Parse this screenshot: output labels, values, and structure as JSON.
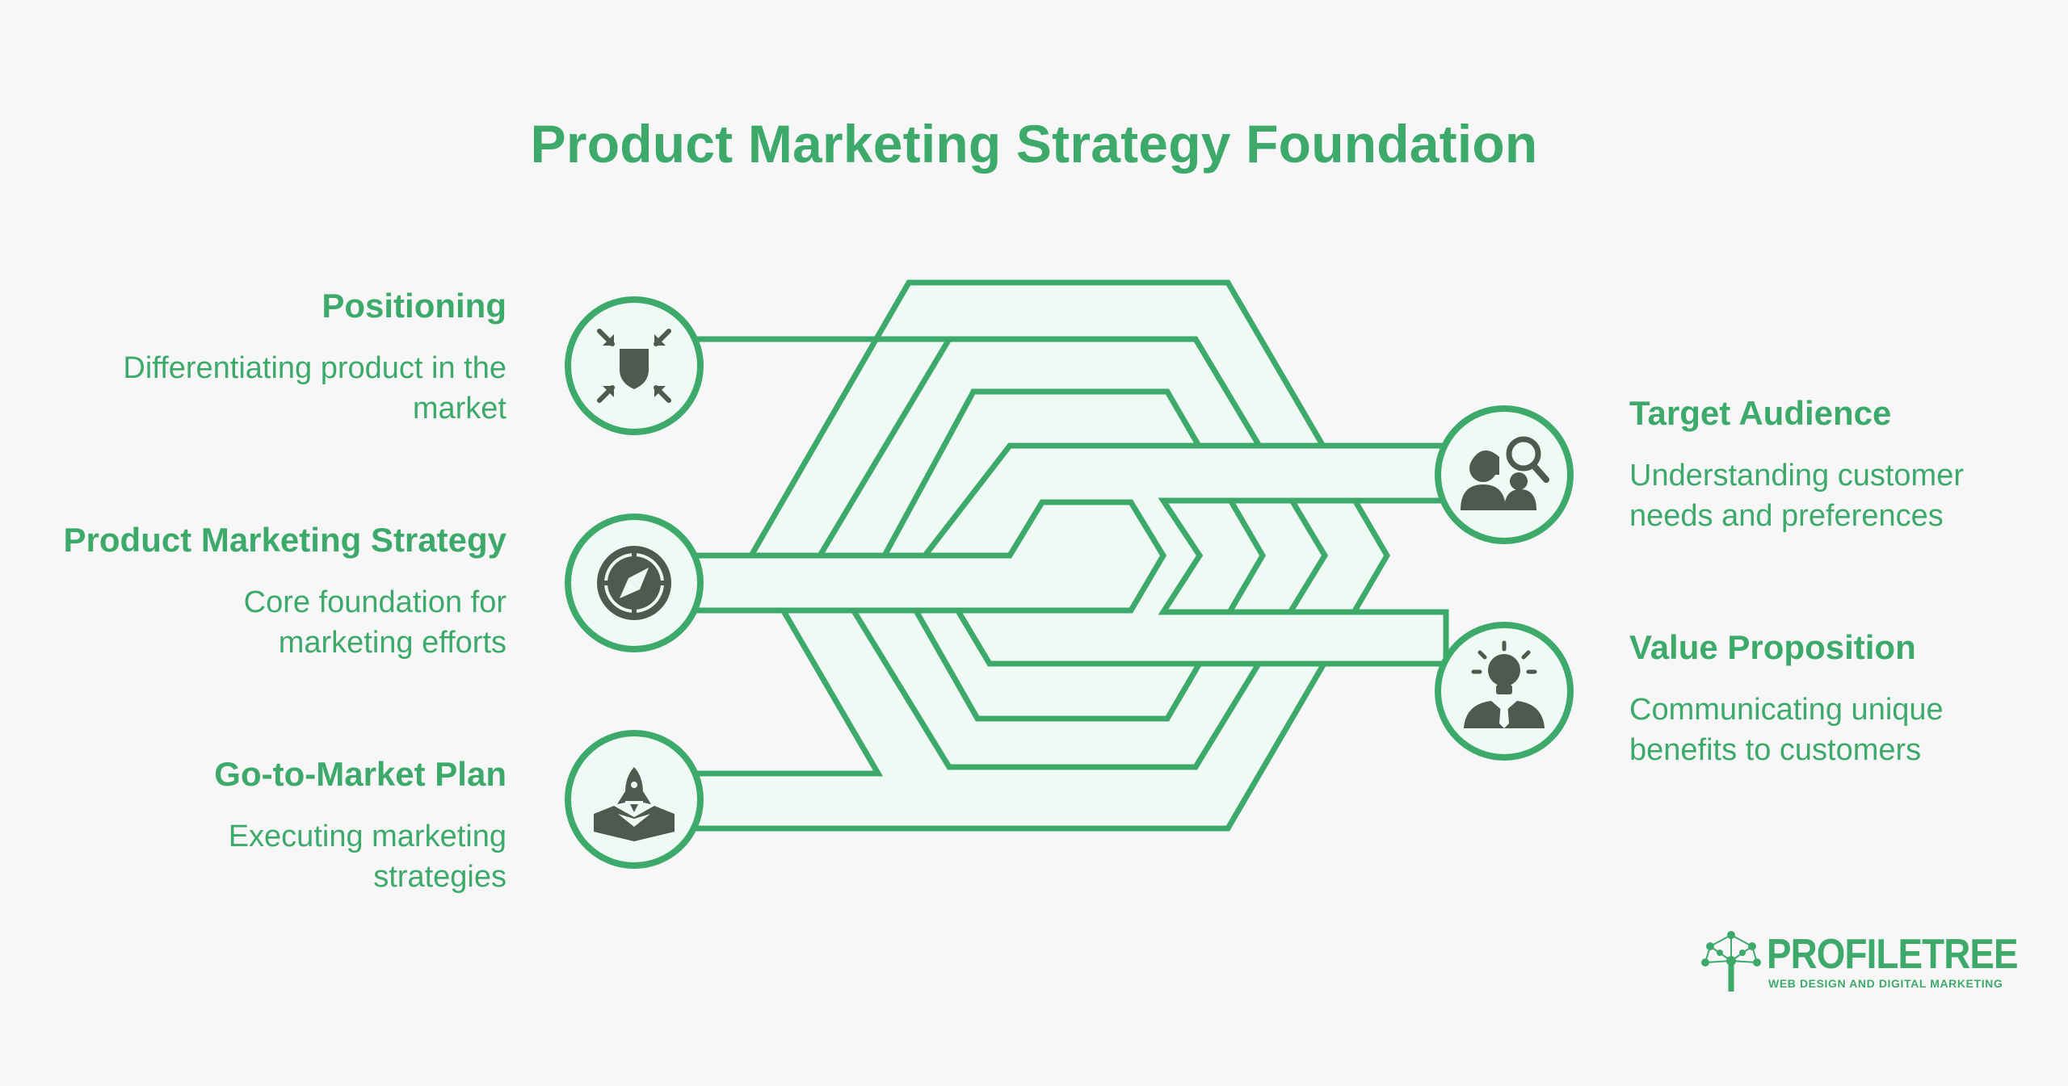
{
  "title": "Product Marketing Strategy Foundation",
  "colors": {
    "accent": "#3daa6c",
    "fill": "#eefaf3",
    "icon": "#4c5a52",
    "background": "#f7f7f7"
  },
  "left_items": [
    {
      "heading": "Positioning",
      "lines": [
        "Differentiating product in the",
        "market"
      ],
      "icon": "shield-arrows-icon"
    },
    {
      "heading": "Product Marketing Strategy",
      "lines": [
        "Core foundation for",
        "marketing efforts"
      ],
      "icon": "compass-icon"
    },
    {
      "heading": "Go-to-Market Plan",
      "lines": [
        "Executing marketing",
        "strategies"
      ],
      "icon": "rocket-launch-icon"
    }
  ],
  "right_items": [
    {
      "heading": "Target Audience",
      "lines": [
        "Understanding customer",
        "needs and preferences"
      ],
      "icon": "audience-search-icon"
    },
    {
      "heading": "Value Proposition",
      "lines": [
        "Communicating unique",
        "benefits to customers"
      ],
      "icon": "lightbulb-person-icon"
    }
  ],
  "logo": {
    "word_a": "PROFILE",
    "word_b": "TREE",
    "tagline": "WEB DESIGN AND DIGITAL MARKETING"
  }
}
